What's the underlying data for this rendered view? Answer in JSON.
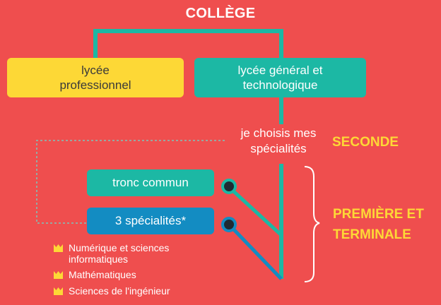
{
  "diagram": {
    "title": "COLLÈGE",
    "tracks": {
      "professional": "lycée professionnel",
      "general": "lycée général et technologique"
    },
    "choice": "je choisis mes spécialités",
    "level_seconde": "SECONDE",
    "level_premiere": "PREMIÈRE ET TERMINALE",
    "tronc": "tronc commun",
    "specialites": "3 spécialités*",
    "specialty_items": [
      {
        "label": "Numérique et sciences informatiques",
        "icon": "crown-icon"
      },
      {
        "label": "Mathématiques",
        "icon": "crown-icon"
      },
      {
        "label": "Sciences de l'ingénieur",
        "icon": "crown-icon"
      }
    ],
    "colors": {
      "background": "#ef4e4e",
      "yellow": "#fdd836",
      "teal": "#1cb8a4",
      "blue": "#138cc2",
      "node": "#1f2a33"
    }
  }
}
